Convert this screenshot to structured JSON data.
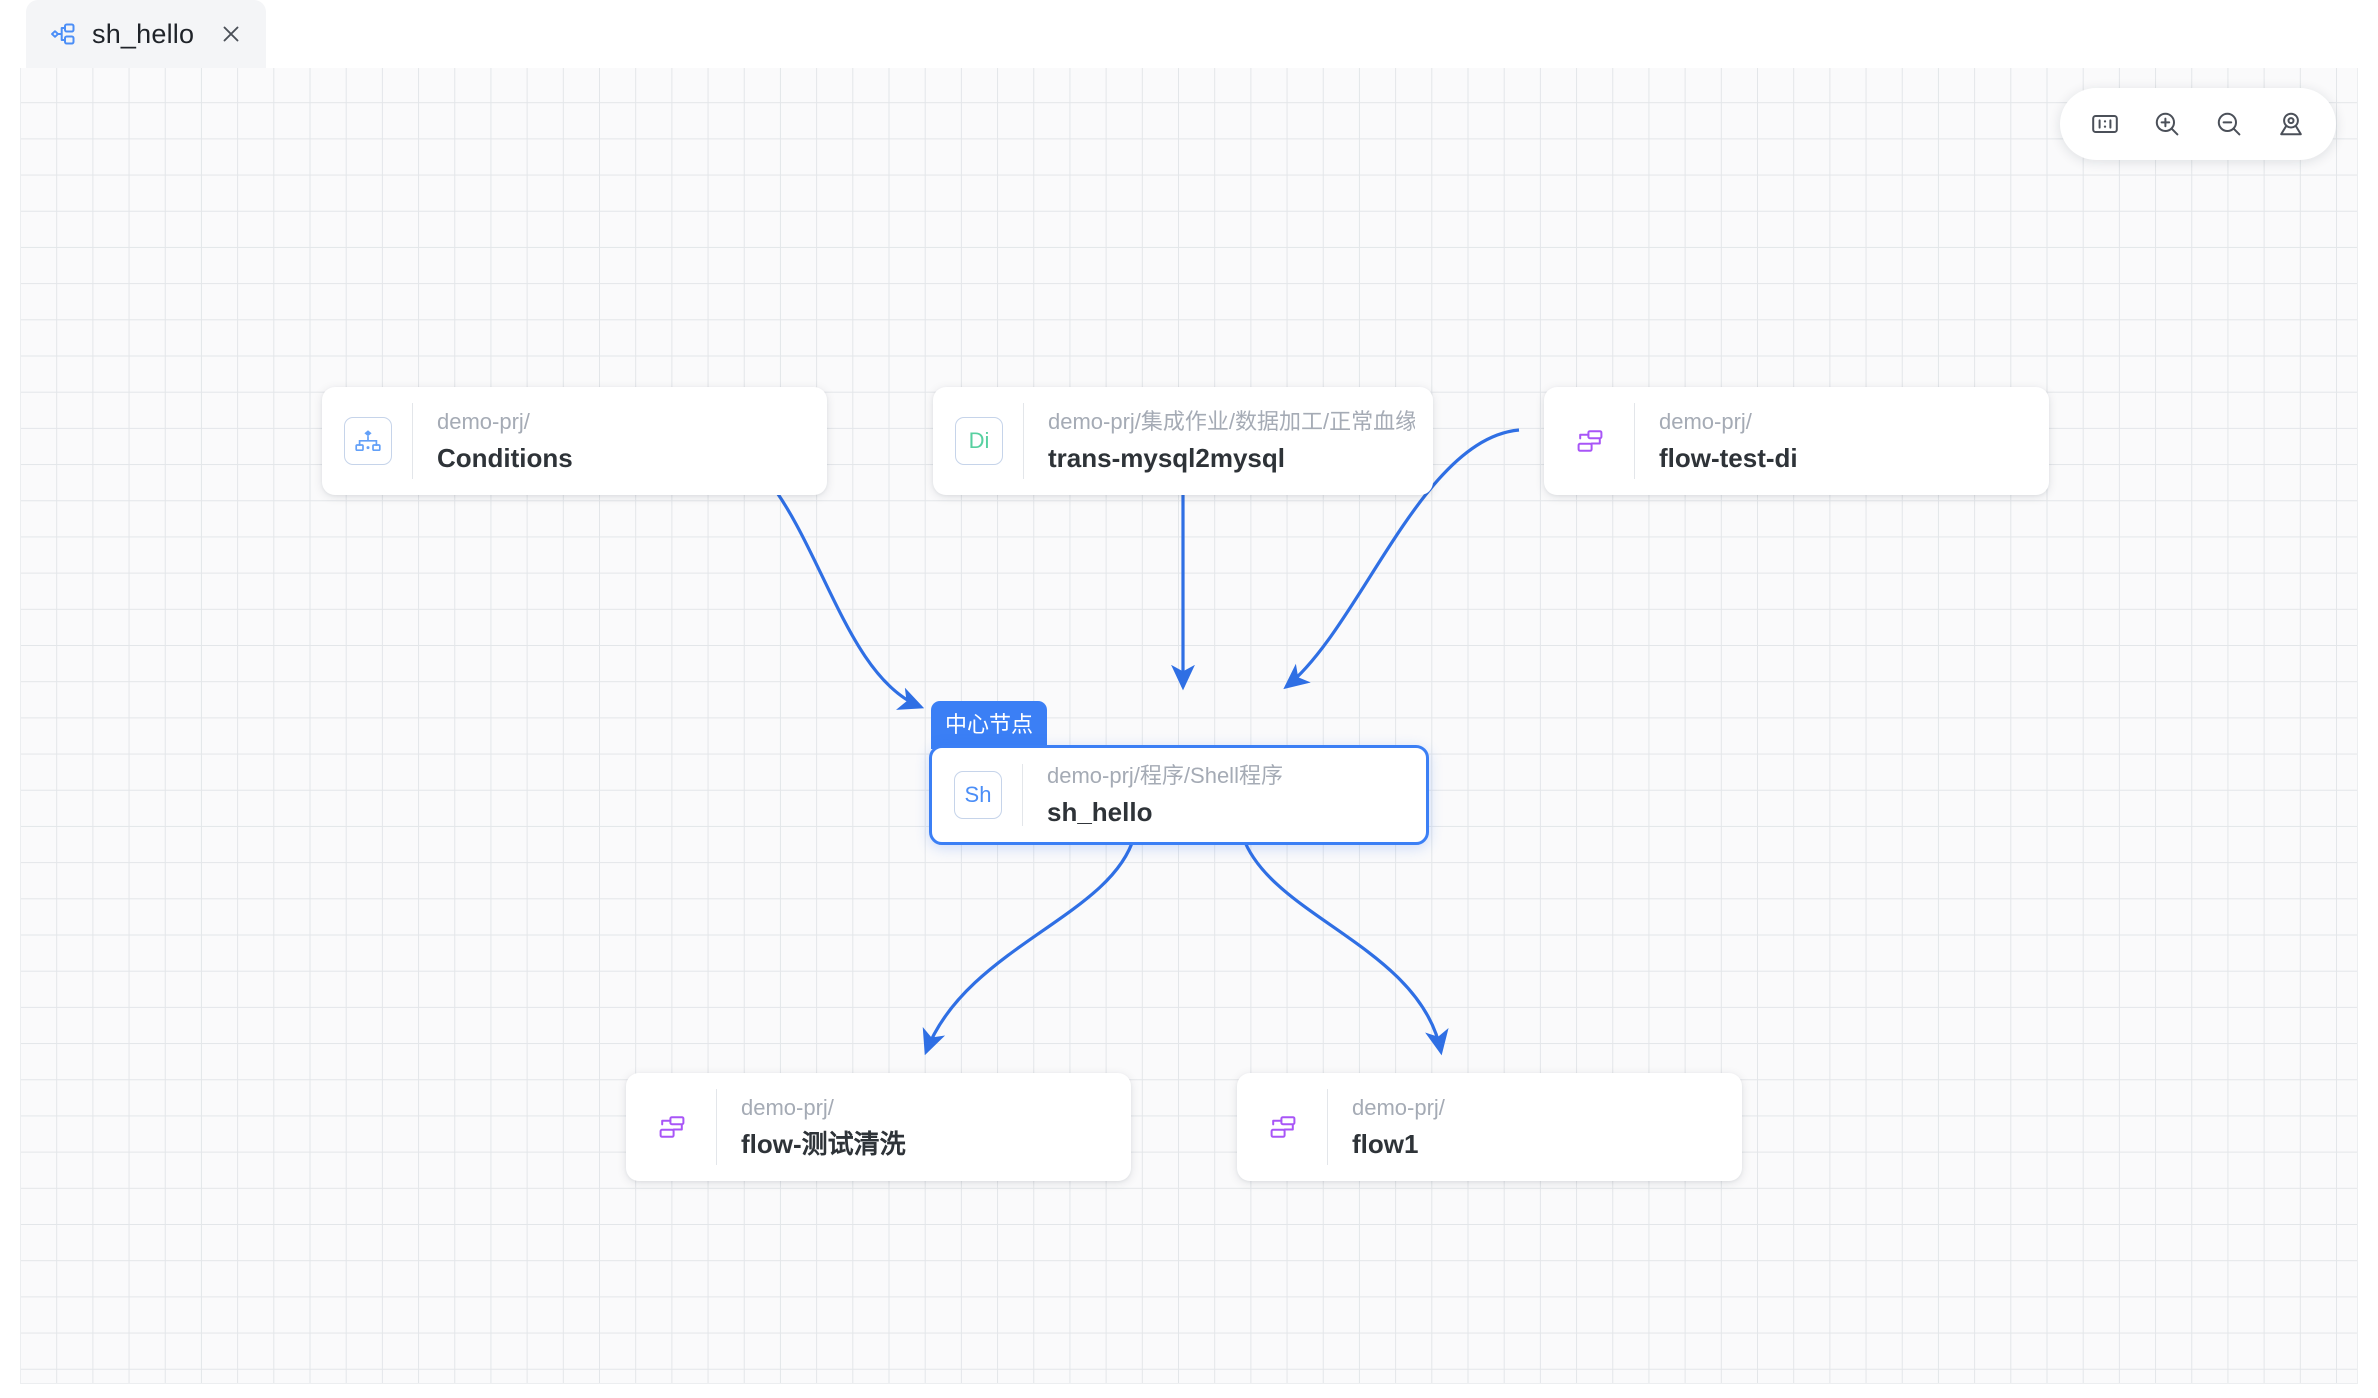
{
  "window": {
    "title": "sh_hello"
  },
  "tab": {
    "label": "sh_hello",
    "icon": "lineage-graph-icon",
    "close_label": "✕"
  },
  "toolbar": {
    "buttons": [
      {
        "name": "fit-to-screen-button",
        "icon": "one-to-one-icon",
        "label": "1:1"
      },
      {
        "name": "zoom-in-button",
        "icon": "zoom-in-icon",
        "label": "+"
      },
      {
        "name": "zoom-out-button",
        "icon": "zoom-out-icon",
        "label": "−"
      },
      {
        "name": "locate-center-button",
        "icon": "locate-pin-icon",
        "label": "locate"
      }
    ]
  },
  "graph": {
    "center_tag_label": "中心节点",
    "edge_color": "#2f6fe4",
    "accent_color": "#3b7ff5",
    "nodes": [
      {
        "id": "conditions",
        "path": "demo-prj/",
        "title": "Conditions",
        "icon": "conditions-branch-icon",
        "badge_kind": "icon",
        "icon_color": "#63a0f8"
      },
      {
        "id": "trans-mysql2mysql",
        "path": "demo-prj/集成作业/数据加工/正常血缘",
        "title": "trans-mysql2mysql",
        "icon": "di-badge-icon",
        "badge_kind": "text",
        "badge_text": "Di",
        "icon_color": "#57d0a0"
      },
      {
        "id": "flow-test-di",
        "path": "demo-prj/",
        "title": "flow-test-di",
        "icon": "flow-sitemap-icon",
        "badge_kind": "plain-icon",
        "icon_color": "#a855f7"
      },
      {
        "id": "sh_hello",
        "path": "demo-prj/程序/Shell程序",
        "title": "sh_hello",
        "icon": "sh-badge-icon",
        "badge_kind": "text",
        "badge_text": "Sh",
        "icon_color": "#4b8ef7",
        "is_center": true
      },
      {
        "id": "flow-test-clean",
        "path": "demo-prj/",
        "title": "flow-测试清洗",
        "icon": "flow-sitemap-icon",
        "badge_kind": "plain-icon",
        "icon_color": "#a855f7"
      },
      {
        "id": "flow1",
        "path": "demo-prj/",
        "title": "flow1",
        "icon": "flow-sitemap-icon",
        "badge_kind": "plain-icon",
        "icon_color": "#a855f7"
      }
    ],
    "edges": [
      {
        "from": "conditions",
        "to": "sh_hello",
        "direction": "upstream"
      },
      {
        "from": "trans-mysql2mysql",
        "to": "sh_hello",
        "direction": "upstream"
      },
      {
        "from": "flow-test-di",
        "to": "sh_hello",
        "direction": "upstream"
      },
      {
        "from": "sh_hello",
        "to": "flow-test-clean",
        "direction": "downstream"
      },
      {
        "from": "sh_hello",
        "to": "flow1",
        "direction": "downstream"
      }
    ]
  }
}
